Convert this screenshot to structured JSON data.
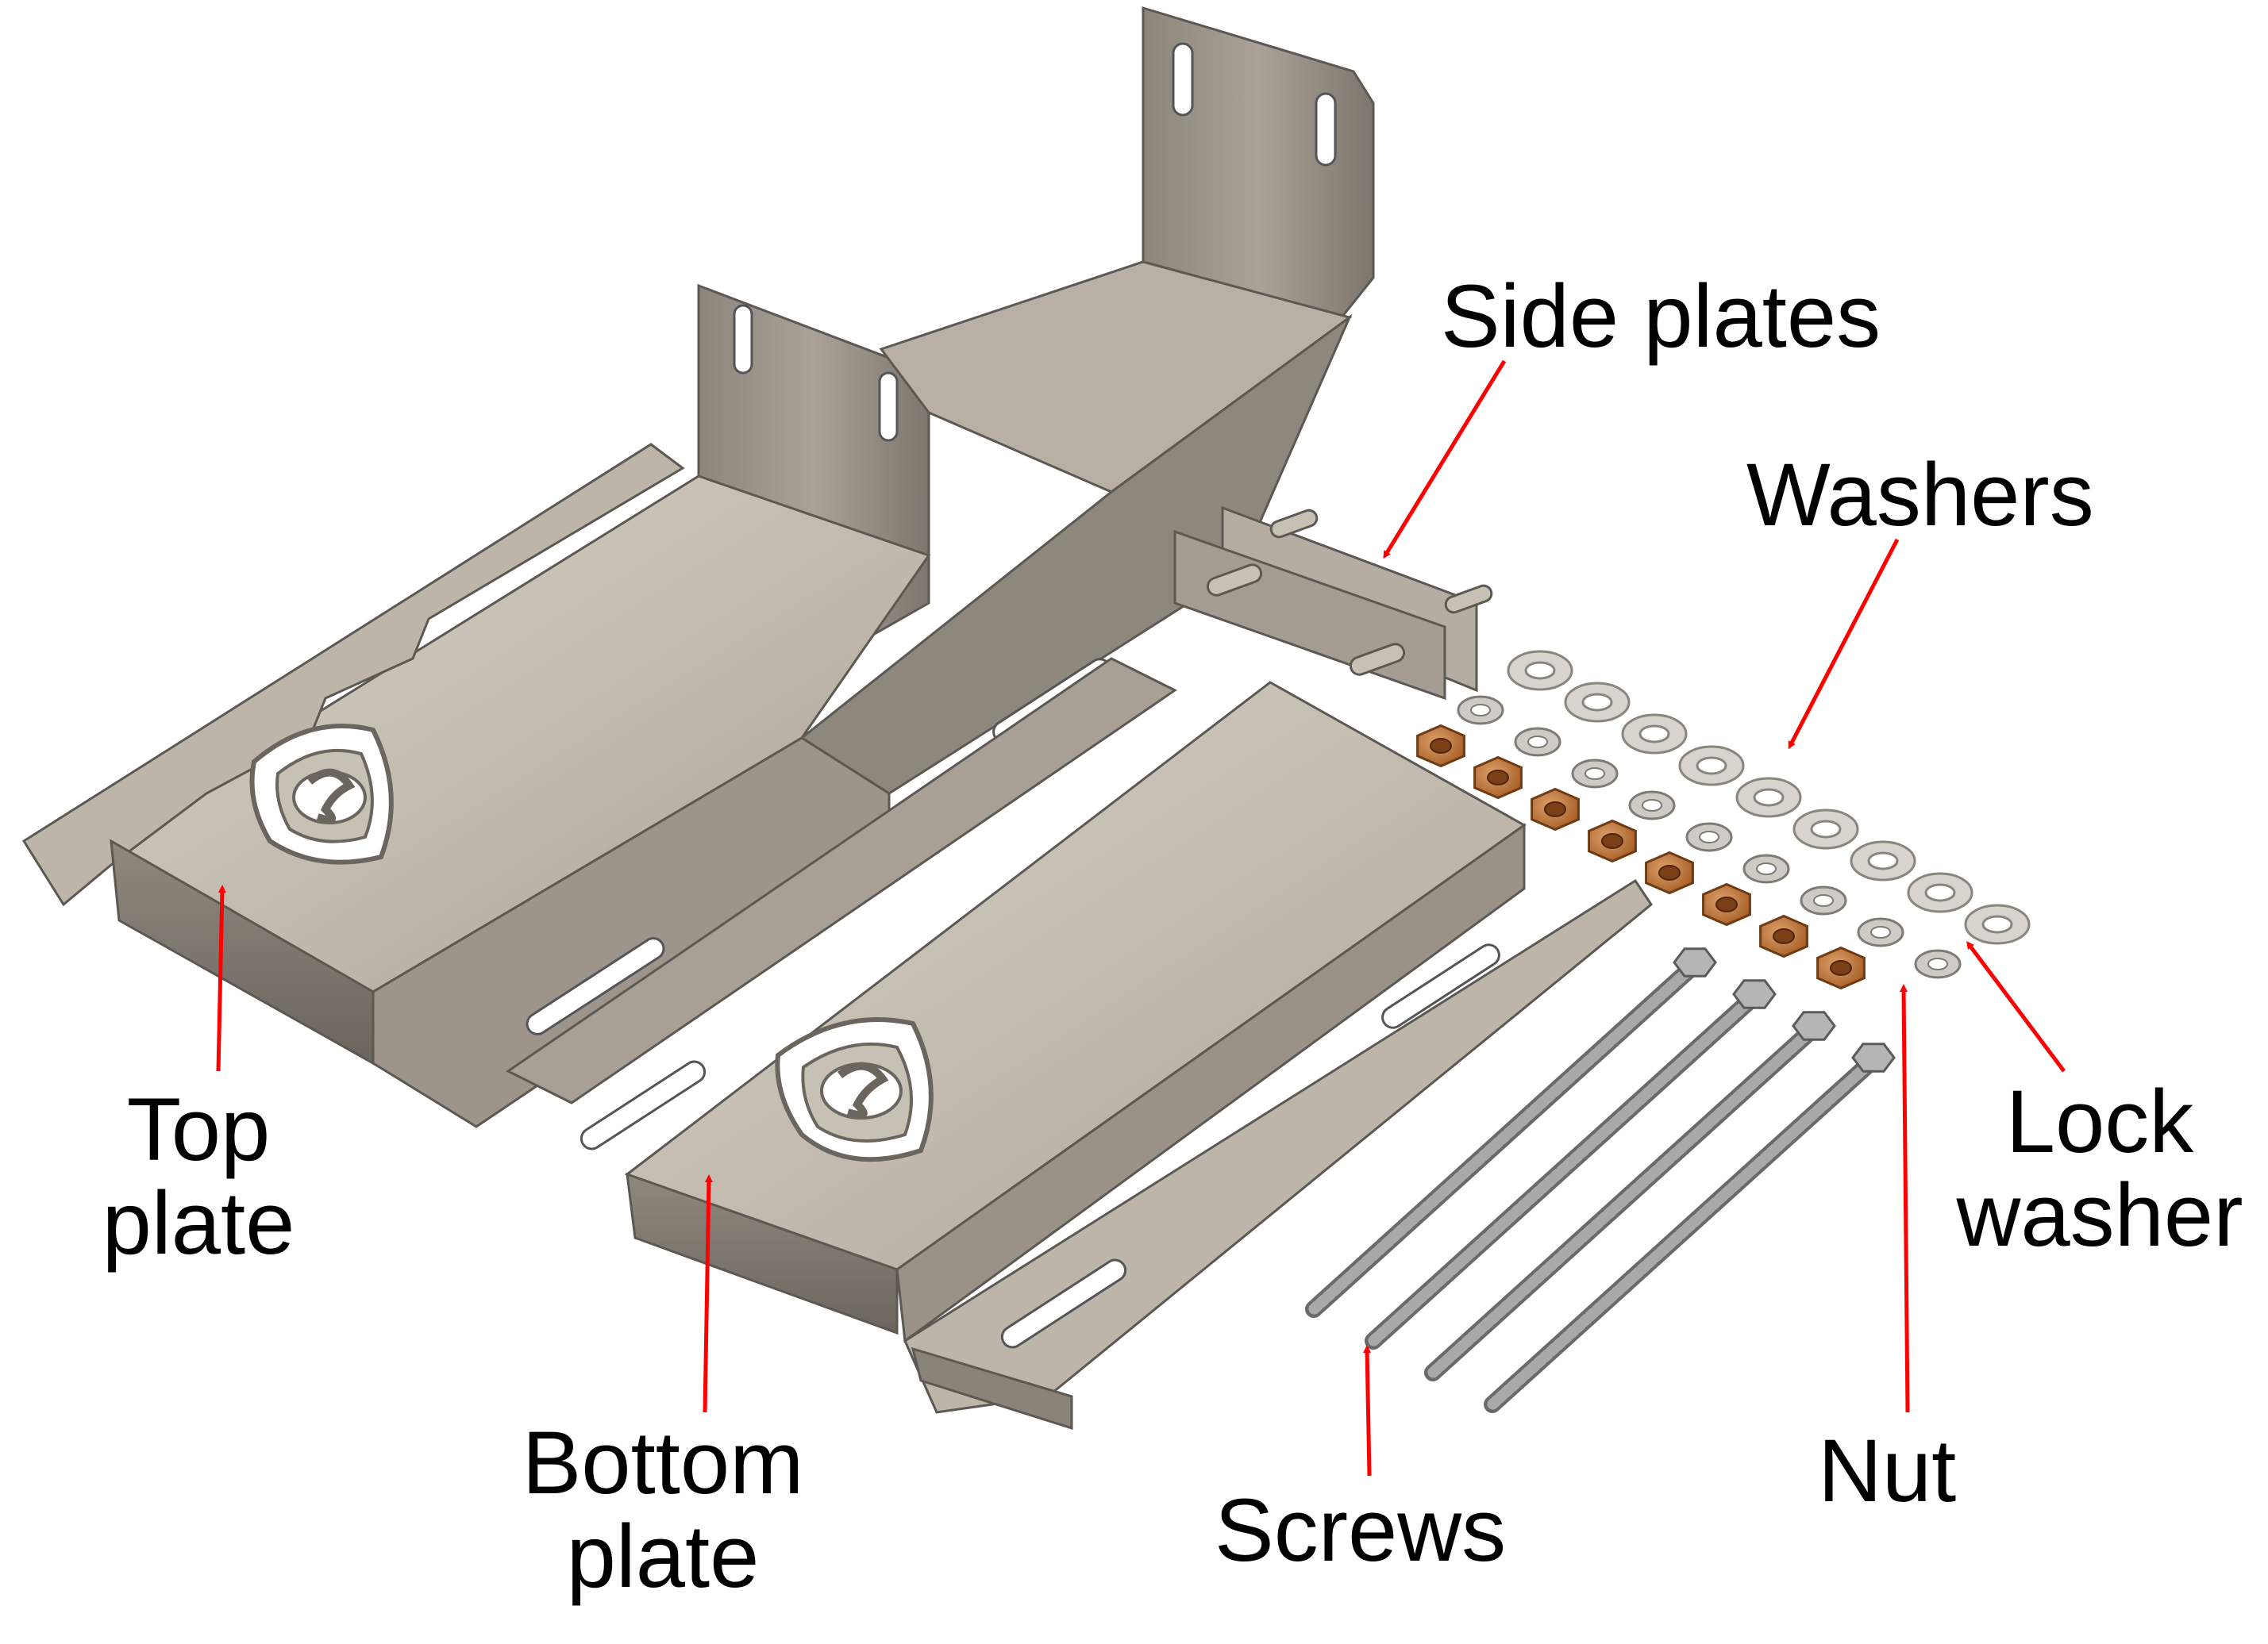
{
  "labels": {
    "top_plate": [
      "Top",
      "plate"
    ],
    "bottom_plate": [
      "Bottom",
      "plate"
    ],
    "side_plates": "Side plates",
    "washers": "Washers",
    "lock_washer": [
      "Lock",
      "washer"
    ],
    "nut": "Nut",
    "screws": "Screws"
  },
  "colors": {
    "arrow": "#ff0000",
    "plate_light": "#c9c1b6",
    "plate_mid": "#a59d93",
    "plate_dark": "#6f6962",
    "nut": "#c77a3d",
    "washer": "#d8d4cd",
    "screw": "#9a9a98"
  },
  "icons": {
    "logo": "cs-shield-logo"
  }
}
